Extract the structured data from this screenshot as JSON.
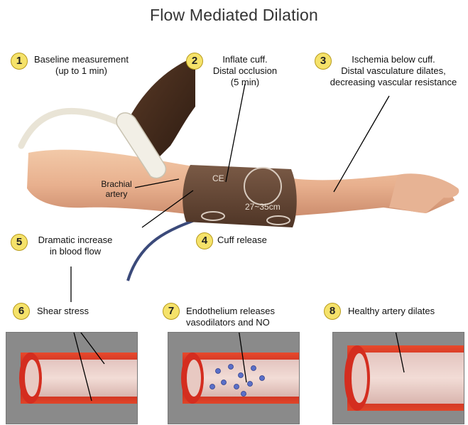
{
  "title": "Flow Mediated Dilation",
  "steps": [
    {
      "num": "1",
      "lines": [
        "Baseline measurement",
        "(up to 1 min)"
      ]
    },
    {
      "num": "2",
      "lines": [
        "Inflate cuff.",
        "Distal occlusion",
        "(5 min)"
      ]
    },
    {
      "num": "3",
      "lines": [
        "Ischemia below cuff.",
        "Distal vasculature dilates,",
        "decreasing vascular resistance"
      ]
    },
    {
      "num": "4",
      "lines": [
        "Cuff release"
      ]
    },
    {
      "num": "5",
      "lines": [
        "Dramatic increase",
        "in blood flow"
      ]
    },
    {
      "num": "6",
      "lines": [
        "Shear stress"
      ]
    },
    {
      "num": "7",
      "lines": [
        "Endothelium releases",
        "vasodilators and NO"
      ]
    },
    {
      "num": "8",
      "lines": [
        "Healthy artery dilates"
      ]
    }
  ],
  "labels": {
    "brachial_artery": [
      "Brachial",
      "artery"
    ],
    "cuff_size": "27~35cm",
    "cuff_mark": "CE"
  },
  "colors": {
    "badge_fill": "#f5e26a",
    "artery_wall": "#c8201e",
    "panel_bg": "#8a8a8a",
    "cuff": "#6b4a36"
  }
}
